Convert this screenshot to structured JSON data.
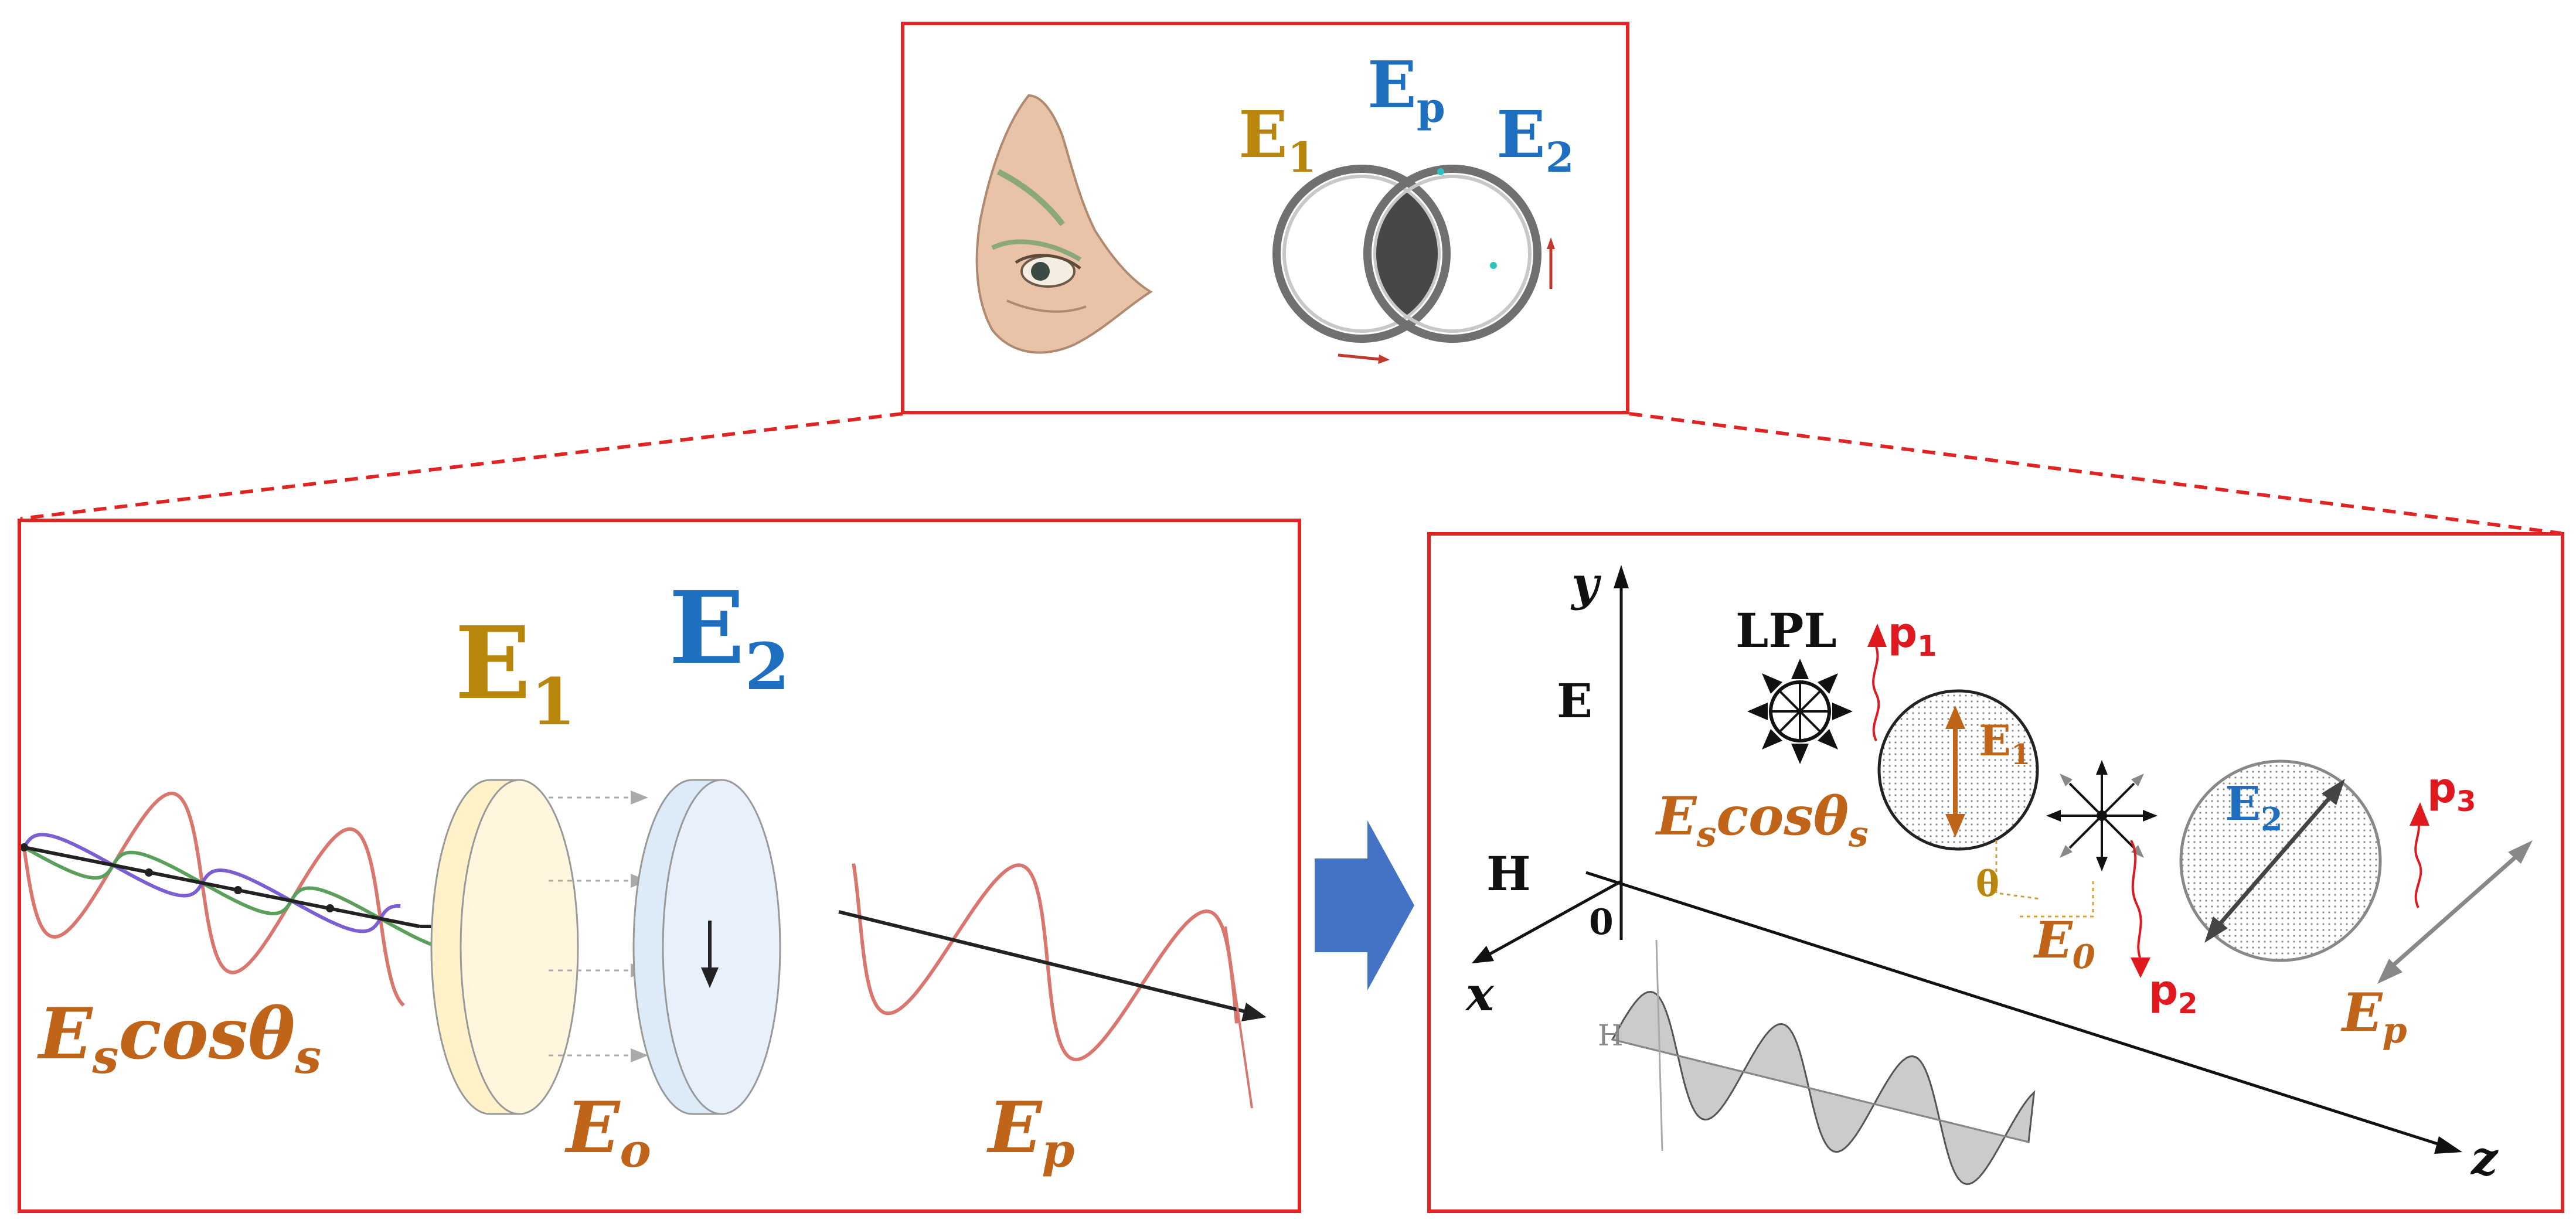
{
  "colors": {
    "frame": "#e02424",
    "gold": "#b8860b",
    "blue": "#1f6fc0",
    "orange": "#c0641a",
    "red": "#e0191f",
    "wave_red": "#d9776f",
    "wave_green": "#5aa05a",
    "wave_purple": "#7b5fd0",
    "arrow_blue": "#4472c4",
    "slab1": "#fff1c8",
    "slab2": "#ddeaf8"
  },
  "top_panel": {
    "icons": [
      "eye-icon",
      "overlapping-polarizer-rings-icon"
    ],
    "label_e1": "E",
    "label_e1_sub": "1",
    "label_ep": "E",
    "label_ep_sub": "p",
    "label_e2": "E",
    "label_e2_sub": "2"
  },
  "left_panel": {
    "e1": "E",
    "e1_sub": "1",
    "e2": "E",
    "e2_sub": "2",
    "source_E": "E",
    "source_s": "s",
    "source_cos": "cos",
    "source_theta": "θ",
    "source_theta_sub": "s",
    "eo": "E",
    "eo_sub": "o",
    "ep": "E",
    "ep_sub": "p"
  },
  "right_panel": {
    "axis_y": "y",
    "axis_x": "x",
    "axis_z": "z",
    "label_E": "E",
    "label_H": "H",
    "origin": "0",
    "lpl": "LPL",
    "p1": "p",
    "p1_sub": "1",
    "p2": "p",
    "p2_sub": "2",
    "p3": "p",
    "p3_sub": "3",
    "e1": "E",
    "e1_sub": "1",
    "e2": "E",
    "e2_sub": "2",
    "source_E": "E",
    "source_s": "s",
    "source_cos": "cos",
    "source_theta": "θ",
    "source_theta_sub": "s",
    "theta": "θ",
    "e0": "E",
    "e0_sub": "0",
    "ep": "E",
    "ep_sub": "p",
    "inset_H": "H"
  }
}
